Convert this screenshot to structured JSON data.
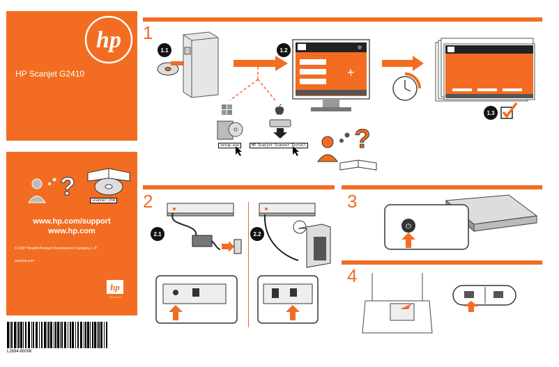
{
  "sidebar": {
    "product_name": "HP Scanjet G2410",
    "logo_text": "hp",
    "cd_filename": "scanner.htm",
    "url_support": "www.hp.com/support",
    "url_main": "www.hp.com",
    "copyright": "© 2007 Hewlett-Packard Development Company, L.P.",
    "small_url": "www.hp.com",
    "invent_logo_text": "hp",
    "invent_tagline": "i n v e n t"
  },
  "barcode": {
    "number": "L2694-80006"
  },
  "step1": {
    "number": "1",
    "sub_1_1": "1.1",
    "sub_1_2": "1.2",
    "sub_1_3": "1.3",
    "windows_file": "setup.exe",
    "mac_file": "HP Scanjet Scanner Install"
  },
  "step2": {
    "number": "2",
    "sub_2_1": "2.1",
    "sub_2_2": "2.2"
  },
  "step3": {
    "number": "3"
  },
  "step4": {
    "number": "4"
  },
  "colors": {
    "accent": "#f26c21",
    "dark": "#222222"
  }
}
